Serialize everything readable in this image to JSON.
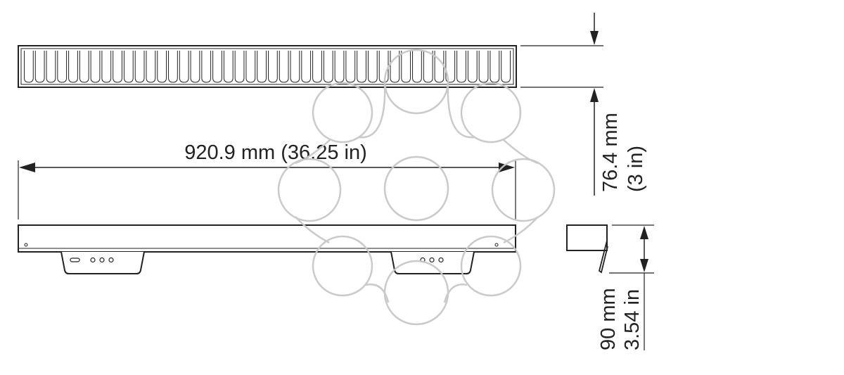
{
  "dimensions": {
    "width": {
      "metric": "920.9 mm (36.25 in)"
    },
    "height": {
      "metric": "76.4 mm",
      "imperial": "(3 in)"
    },
    "depth": {
      "metric": "90 mm",
      "imperial": "3.54 in"
    }
  },
  "colors": {
    "line": "#222222",
    "watermark": "#c8c8c8",
    "background": "#ffffff"
  },
  "watermark_icon": "flower-logo-icon"
}
